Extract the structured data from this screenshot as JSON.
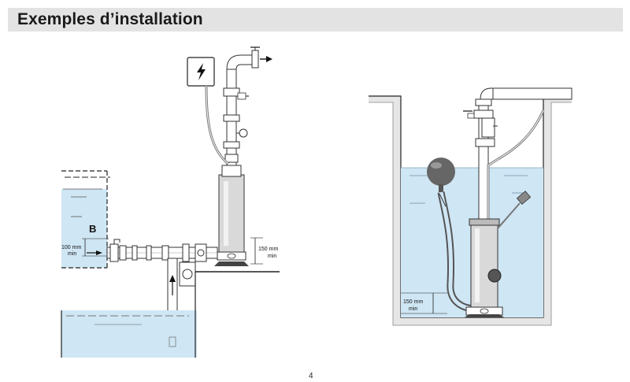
{
  "header": {
    "title": "Exemples d’installation"
  },
  "figure_left": {
    "tank_label": "B",
    "dim_suction_value": "100 mm",
    "dim_suction_unit": "min",
    "dim_pump_value": "150 mm",
    "dim_pump_unit": "min"
  },
  "figure_right": {
    "dim_pump_value": "150 mm",
    "dim_pump_unit": "min"
  },
  "footer": {
    "page_number": "4"
  },
  "colors": {
    "water": "#cfe6f4",
    "title_bar": "#e3e3e3",
    "line": "#222222"
  }
}
